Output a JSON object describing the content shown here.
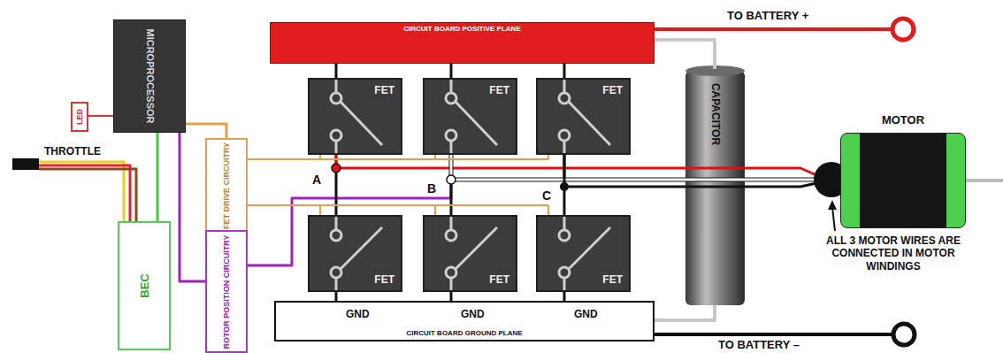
{
  "diagram": {
    "nodes": [
      {
        "text": [
          "MICROPROCESSOR"
        ]
      },
      {
        "text": [
          "LED"
        ]
      },
      {
        "text": [
          "FET DRIVE CIRCUITRY"
        ]
      },
      {
        "text": [
          "ROTOR POSITION CIRCUITRY"
        ]
      },
      {
        "text": [
          "BEC"
        ]
      },
      {
        "text": [
          "CIRCUIT BOARD POSITIVE PLANE"
        ]
      },
      {
        "text": [
          "FET"
        ]
      },
      {
        "text": [
          "FET"
        ]
      },
      {
        "text": [
          "FET"
        ]
      },
      {
        "text": [
          "FET"
        ]
      },
      {
        "text": [
          "FET"
        ]
      },
      {
        "text": [
          "FET"
        ]
      },
      {
        "text": [
          "CAPACITOR"
        ]
      },
      {
        "text": [
          "MOTOR"
        ]
      },
      {
        "text": [
          "CIRCUIT BOARD GROUND PLANE"
        ]
      }
    ],
    "edges": [
      {
        "from": 0,
        "to": 1,
        "arrow": "none"
      },
      {
        "from": 0,
        "to": 2,
        "arrow": "none"
      },
      {
        "from": 0,
        "to": 3,
        "arrow": "none"
      },
      {
        "from": 4,
        "to": 0,
        "arrow": "none"
      },
      {
        "from": 5,
        "to": 6,
        "arrow": "none"
      },
      {
        "from": 5,
        "to": 7,
        "arrow": "none"
      },
      {
        "from": 5,
        "to": 8,
        "arrow": "none"
      },
      {
        "from": 6,
        "to": 9,
        "arrow": "none"
      },
      {
        "from": 7,
        "to": 10,
        "arrow": "none"
      },
      {
        "from": 8,
        "to": 11,
        "arrow": "none"
      },
      {
        "from": 9,
        "to": 14,
        "arrow": "none"
      },
      {
        "from": 10,
        "to": 14,
        "arrow": "none"
      },
      {
        "from": 11,
        "to": 14,
        "arrow": "none"
      },
      {
        "from": 6,
        "to": 13,
        "arrow": "none"
      },
      {
        "from": 7,
        "to": 13,
        "arrow": "none"
      },
      {
        "from": 8,
        "to": 13,
        "arrow": "none"
      },
      {
        "from": 2,
        "to": 6,
        "arrow": "none"
      },
      {
        "from": 2,
        "to": 7,
        "arrow": "none"
      },
      {
        "from": 2,
        "to": 8,
        "arrow": "none"
      },
      {
        "from": 2,
        "to": 9,
        "arrow": "none"
      },
      {
        "from": 2,
        "to": 10,
        "arrow": "none"
      },
      {
        "from": 2,
        "to": 11,
        "arrow": "none"
      },
      {
        "from": 5,
        "to": 12,
        "arrow": "none"
      },
      {
        "from": 12,
        "to": 14,
        "arrow": "none"
      }
    ],
    "labels": [
      "THROTTLE",
      "TO BATTERY +",
      "TO BATTERY –",
      "A",
      "B",
      "C",
      "GND",
      "GND",
      "GND",
      "ALL 3 MOTOR WIRES ARE CONNECTED IN MOTOR WINDINGS"
    ]
  }
}
